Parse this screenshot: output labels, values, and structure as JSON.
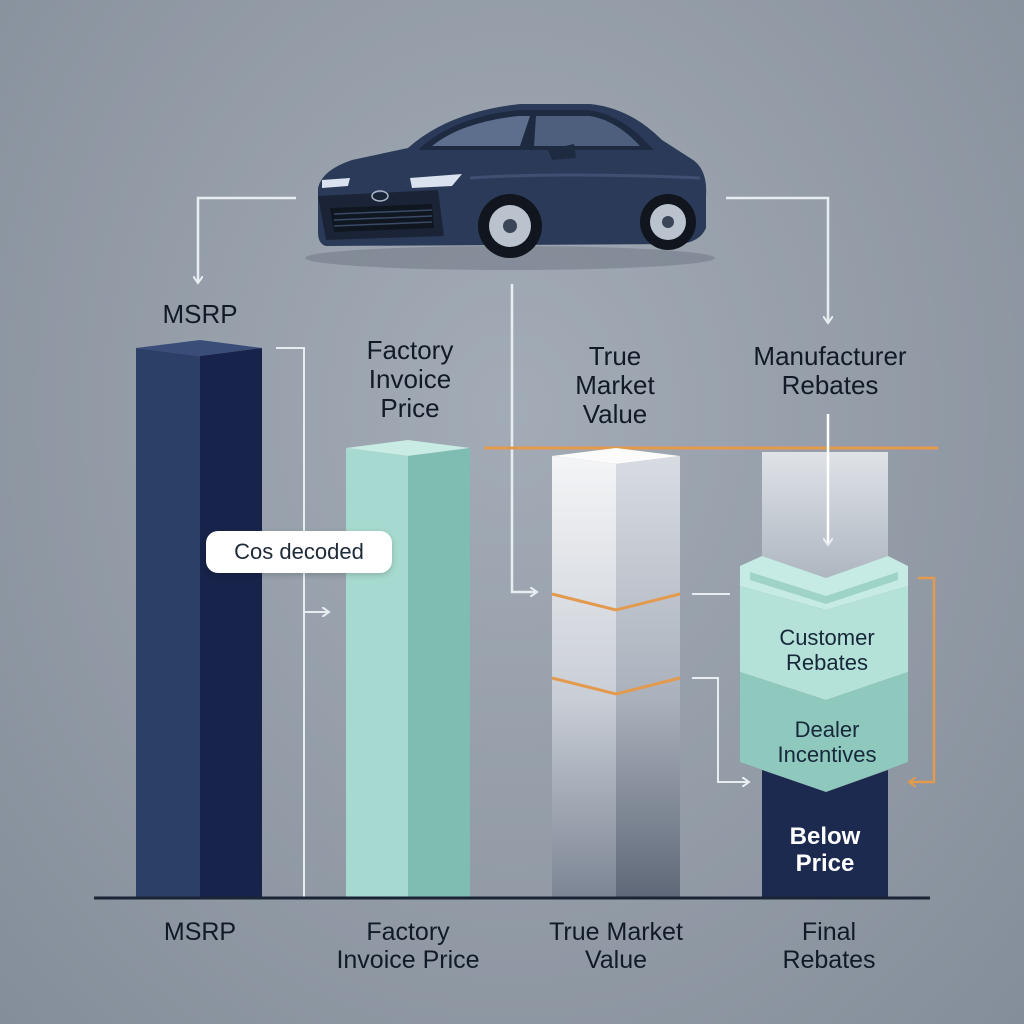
{
  "car": {
    "icon": "sedan-car-icon"
  },
  "labels": {
    "msrp_top": "MSRP",
    "factory_top": "Factory\nInvoice\nPrice",
    "tmv_top": "True\nMarket\nValue",
    "manufacturer_top": "Manufacturer\nRebates",
    "customer_rebates": "Customer\nRebates",
    "dealer_incentives": "Dealer\nIncentives",
    "below_price": "Below\nPrice",
    "badge": "Cos decoded",
    "msrp_bottom": "MSRP",
    "factory_bottom": "Factory\nInvoice Price",
    "tmv_bottom": "True Market\nValue",
    "final_bottom": "Final\nRebates"
  },
  "colors": {
    "msrp_bar": "#24355a",
    "factory_bar": "#9fd0c8",
    "tmv_bar": "#c9ced6",
    "rebates_bar": "#a9dcd2",
    "below_price_bar": "#1c2a50",
    "accent_orange": "#e39a4c",
    "arrow_light": "#e8edf2"
  }
}
